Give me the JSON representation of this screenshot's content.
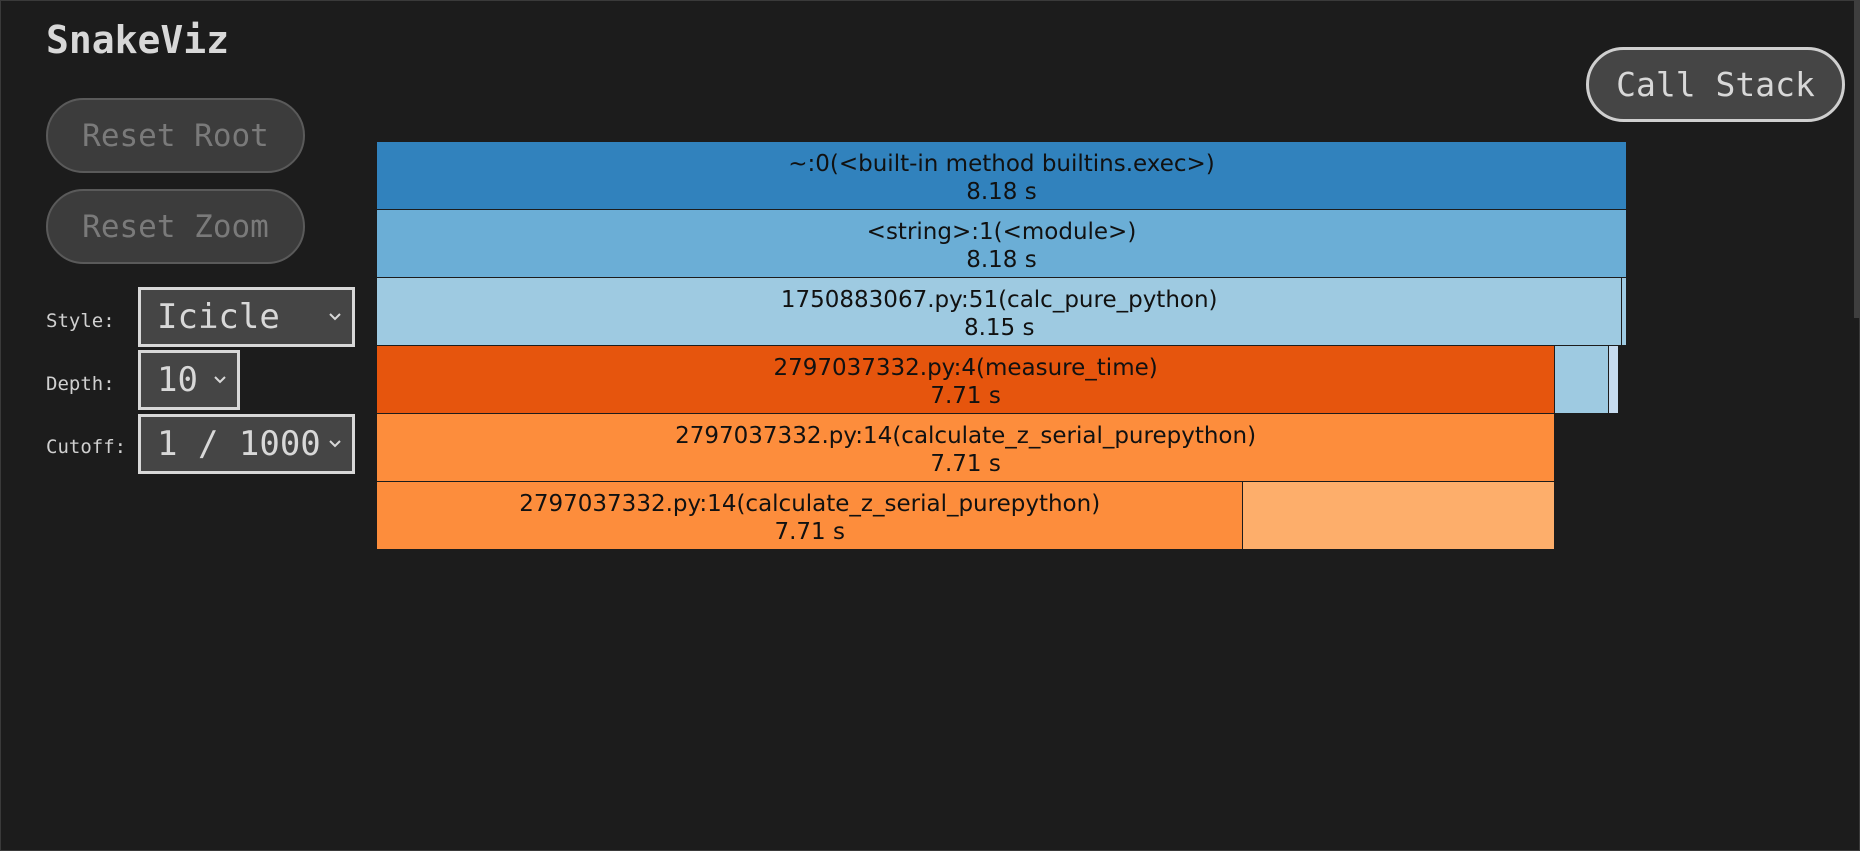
{
  "app": {
    "title": "SnakeViz"
  },
  "buttons": {
    "reset_root": "Reset Root",
    "reset_zoom": "Reset Zoom",
    "call_stack": "Call Stack"
  },
  "controls": {
    "style": {
      "label": "Style:",
      "value": "Icicle"
    },
    "depth": {
      "label": "Depth:",
      "value": "10"
    },
    "cutoff": {
      "label": "Cutoff:",
      "value": "1 ∕ 1000"
    }
  },
  "icicle": {
    "type": "icicle",
    "total_time_s": 8.18,
    "blocks": [
      {
        "name": "~:0(<built-in method builtins.exec>)",
        "time": "8.18 s",
        "time_s": 8.18,
        "depth": 0,
        "color": "#3182bd"
      },
      {
        "name": "<string>:1(<module>)",
        "time": "8.18 s",
        "time_s": 8.18,
        "depth": 1,
        "color": "#6baed6"
      },
      {
        "name": "1750883067.py:51(calc_pure_python)",
        "time": "8.15 s",
        "time_s": 8.15,
        "depth": 2,
        "color": "#9ecae1"
      },
      {
        "name": "",
        "time": "",
        "time_s": 0.03,
        "depth": 2,
        "color": "#9ecae1"
      },
      {
        "name": "2797037332.py:4(measure_time)",
        "time": "7.71 s",
        "time_s": 7.71,
        "depth": 3,
        "color": "#e6550d"
      },
      {
        "name": "",
        "time": "",
        "time_s": 0.35,
        "depth": 3,
        "color": "#9ecae1"
      },
      {
        "name": "",
        "time": "",
        "time_s": 0.07,
        "depth": 3,
        "color": "#c6dbef"
      },
      {
        "name": "2797037332.py:14(calculate_z_serial_purepython)",
        "time": "7.71 s",
        "time_s": 7.71,
        "depth": 4,
        "color": "#fd8d3c"
      },
      {
        "name": "2797037332.py:14(calculate_z_serial_purepython)",
        "time": "7.71 s",
        "time_s": 5.67,
        "depth": 5,
        "color": "#fd8d3c"
      },
      {
        "name": "",
        "time": "",
        "time_s": 2.04,
        "depth": 5,
        "color": "#fdae6b"
      }
    ]
  }
}
